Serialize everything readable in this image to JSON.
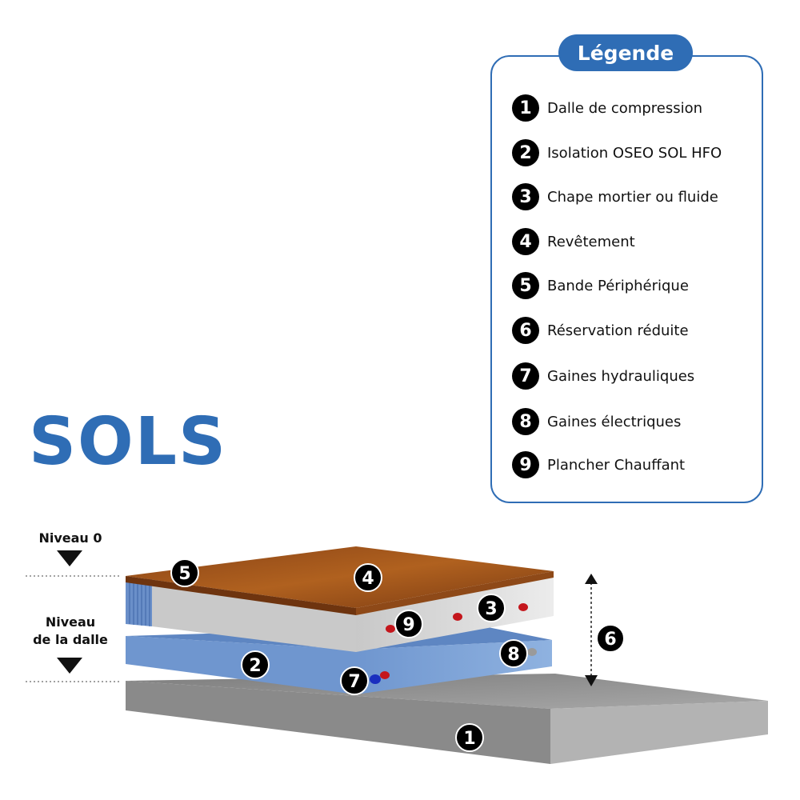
{
  "title": "SOLS",
  "legend": {
    "title": "Légende",
    "items": [
      {
        "number": "1",
        "label": "Dalle de compression"
      },
      {
        "number": "2",
        "label": "Isolation OSEO SOL HFO"
      },
      {
        "number": "3",
        "label": "Chape mortier ou fluide"
      },
      {
        "number": "4",
        "label": "Revêtement"
      },
      {
        "number": "5",
        "label": "Bande Périphérique"
      },
      {
        "number": "6",
        "label": "Réservation réduite"
      },
      {
        "number": "7",
        "label": "Gaines hydrauliques"
      },
      {
        "number": "8",
        "label": "Gaines électriques"
      },
      {
        "number": "9",
        "label": "Plancher Chauffant"
      }
    ]
  },
  "levels": {
    "niveau_0": "Niveau 0",
    "niveau_dalle_line1": "Niveau",
    "niveau_dalle_line2": "de la dalle"
  },
  "markers": {
    "m1": "1",
    "m2": "2",
    "m3": "3",
    "m4": "4",
    "m5": "5",
    "m6": "6",
    "m7": "7",
    "m8": "8",
    "m9": "9"
  },
  "colors": {
    "brand_blue": "#2f6db5",
    "concrete_gray": "#9a9a9a",
    "insulation_blue": "#7da3d6",
    "screed_light": "#d9d9d9",
    "covering_brown": "#a0521c"
  }
}
